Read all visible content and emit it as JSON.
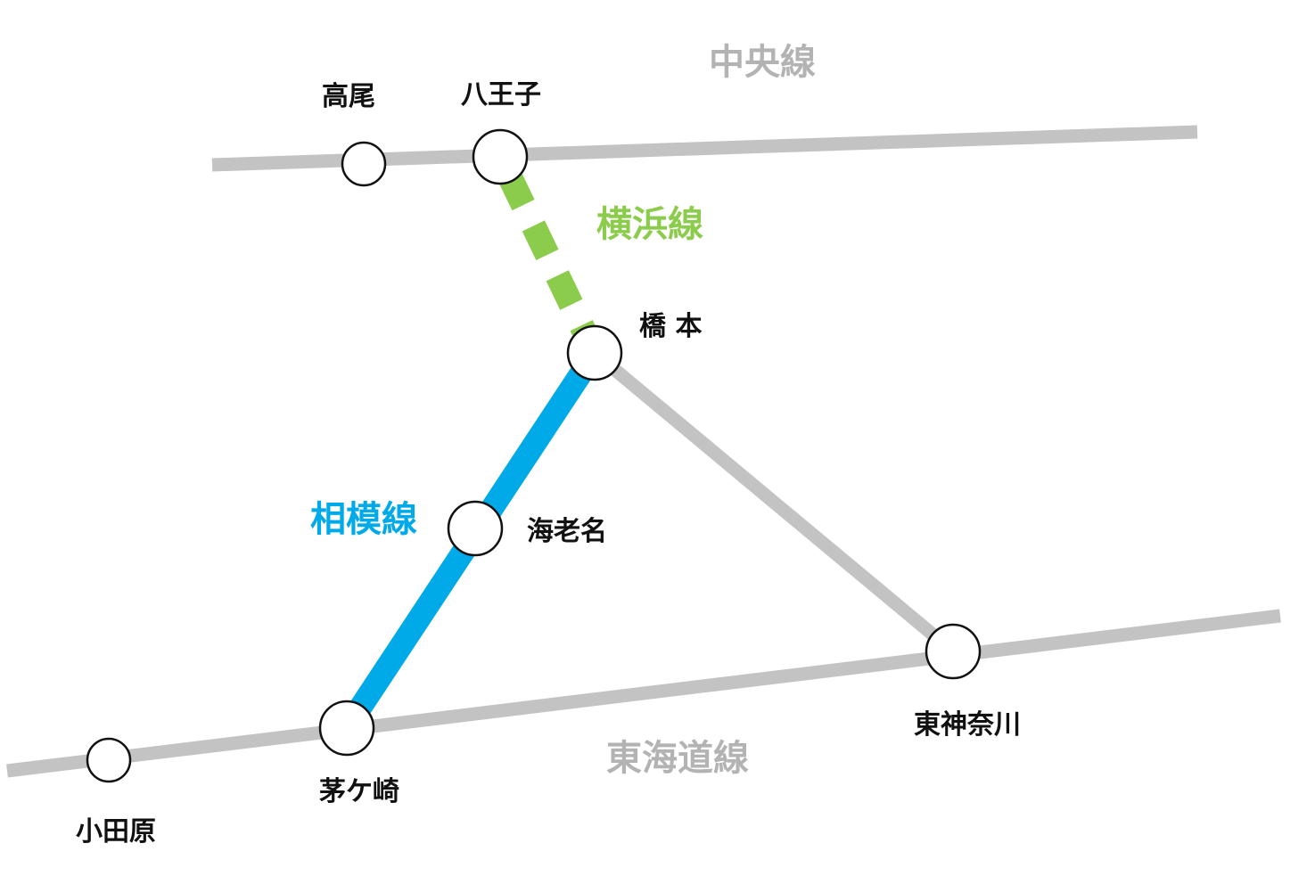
{
  "lines": {
    "chuo": {
      "label": "中央線",
      "color": "#c3c3c3"
    },
    "yokohama": {
      "label": "横浜線",
      "color": "#8ccc4c"
    },
    "sagami": {
      "label": "相模線",
      "color": "#00a9e8"
    },
    "tokaido": {
      "label": "東海道線",
      "color": "#c3c3c3"
    }
  },
  "stations": {
    "takao": "高尾",
    "hachioji": "八王子",
    "hashimoto": "橋 本",
    "ebina": "海老名",
    "chigasaki": "茅ケ崎",
    "odawara": "小田原",
    "higashi_kanagawa": "東神奈川"
  }
}
